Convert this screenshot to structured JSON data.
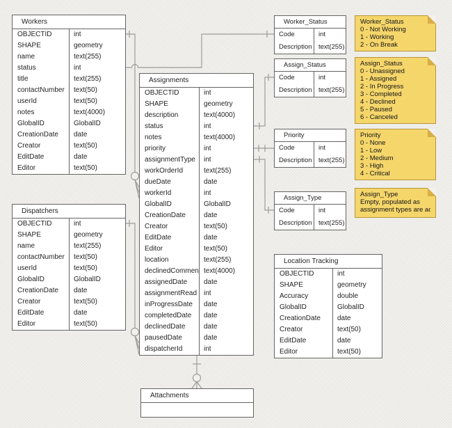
{
  "colors": {
    "background": "#F2F1EE",
    "table_fill": "#FFFFFF",
    "table_border": "#636363",
    "text": "#232323",
    "connector": "#9C9C9C",
    "note_fill": "#F5D66B",
    "note_border": "#B89638",
    "note_fold": "#D8AE48"
  },
  "tables": {
    "workers": {
      "title": "Workers",
      "fields": [
        {
          "name": "OBJECTID",
          "type": "int"
        },
        {
          "name": "SHAPE",
          "type": "geometry"
        },
        {
          "name": "name",
          "type": "text(255)"
        },
        {
          "name": "status",
          "type": "int"
        },
        {
          "name": "title",
          "type": "text(255)"
        },
        {
          "name": "contactNumber",
          "type": "text(50)"
        },
        {
          "name": "userId",
          "type": "text(50)"
        },
        {
          "name": "notes",
          "type": "text(4000)"
        },
        {
          "name": "GlobalID",
          "type": "GlobalID"
        },
        {
          "name": "CreationDate",
          "type": "date"
        },
        {
          "name": "Creator",
          "type": "text(50)"
        },
        {
          "name": "EditDate",
          "type": "date"
        },
        {
          "name": "Editor",
          "type": "text(50)"
        }
      ]
    },
    "dispatchers": {
      "title": "Dispatchers",
      "fields": [
        {
          "name": "OBJECTID",
          "type": "int"
        },
        {
          "name": "SHAPE",
          "type": "geometry"
        },
        {
          "name": "name",
          "type": "text(255)"
        },
        {
          "name": "contactNumber",
          "type": "text(50)"
        },
        {
          "name": "userId",
          "type": "text(50)"
        },
        {
          "name": "GlobalID",
          "type": "GlobalID"
        },
        {
          "name": "CreationDate",
          "type": "date"
        },
        {
          "name": "Creator",
          "type": "text(50)"
        },
        {
          "name": "EditDate",
          "type": "date"
        },
        {
          "name": "Editor",
          "type": "text(50)"
        }
      ]
    },
    "assignments": {
      "title": "Assignments",
      "fields": [
        {
          "name": "OBJECTID",
          "type": "int"
        },
        {
          "name": "SHAPE",
          "type": "geometry"
        },
        {
          "name": "description",
          "type": "text(4000)"
        },
        {
          "name": "status",
          "type": "int"
        },
        {
          "name": "notes",
          "type": "text(4000)"
        },
        {
          "name": "priority",
          "type": "int"
        },
        {
          "name": "assignmentType",
          "type": "int"
        },
        {
          "name": "workOrderId",
          "type": "text(255)"
        },
        {
          "name": "dueDate",
          "type": "date"
        },
        {
          "name": "workerId",
          "type": "int"
        },
        {
          "name": "GlobalID",
          "type": "GlobalID"
        },
        {
          "name": "CreationDate",
          "type": "date"
        },
        {
          "name": "Creator",
          "type": "text(50)"
        },
        {
          "name": "EditDate",
          "type": "date"
        },
        {
          "name": "Editor",
          "type": "text(50)"
        },
        {
          "name": "location",
          "type": "text(255)"
        },
        {
          "name": "declinedComment",
          "type": "text(4000)"
        },
        {
          "name": "assignedDate",
          "type": "date"
        },
        {
          "name": "assignmentRead",
          "type": "int"
        },
        {
          "name": "inProgressDate",
          "type": "date"
        },
        {
          "name": "completedDate",
          "type": "date"
        },
        {
          "name": "declinedDate",
          "type": "date"
        },
        {
          "name": "pausedDate",
          "type": "date"
        },
        {
          "name": "dispatcherId",
          "type": "int"
        }
      ]
    },
    "worker_status": {
      "title": "Worker_Status",
      "fields": [
        {
          "name": "Code",
          "type": "int"
        },
        {
          "name": "Description",
          "type": "text(255)"
        }
      ]
    },
    "assign_status": {
      "title": "Assign_Status",
      "fields": [
        {
          "name": "Code",
          "type": "int"
        },
        {
          "name": "Description",
          "type": "text(255)"
        }
      ]
    },
    "priority": {
      "title": "Priority",
      "fields": [
        {
          "name": "Code",
          "type": "int"
        },
        {
          "name": "Description",
          "type": "text(255)"
        }
      ]
    },
    "assign_type": {
      "title": "Assign_Type",
      "fields": [
        {
          "name": "Code",
          "type": "int"
        },
        {
          "name": "Description",
          "type": "text(255)"
        }
      ]
    },
    "location_tracking": {
      "title": "Location Tracking",
      "fields": [
        {
          "name": "OBJECTID",
          "type": "int"
        },
        {
          "name": "SHAPE",
          "type": "geometry"
        },
        {
          "name": "Accuracy",
          "type": "double"
        },
        {
          "name": "GlobalID",
          "type": "GlobalID"
        },
        {
          "name": "CreationDate",
          "type": "date"
        },
        {
          "name": "Creator",
          "type": "text(50)"
        },
        {
          "name": "EditDate",
          "type": "date"
        },
        {
          "name": "Editor",
          "type": "text(50)"
        }
      ]
    },
    "attachments": {
      "title": "Attachments",
      "fields": []
    }
  },
  "notes": {
    "worker_status": {
      "lines": [
        "Worker_Status",
        "0 - Not Working",
        "1 - Working",
        "2 - On Break"
      ]
    },
    "assign_status": {
      "lines": [
        "Assign_Status",
        "0 - Unassigned",
        "1 - Assigned",
        "2 - In Progress",
        "3 - Completed",
        "4 - Declined",
        "5 - Paused",
        "6 - Canceled"
      ]
    },
    "priority": {
      "lines": [
        "Priority",
        "0 - None",
        "1 - Low",
        "2 - Medium",
        "3 - High",
        "4 - Critical"
      ]
    },
    "assign_type": {
      "lines": [
        "Assign_Type",
        "Empty, populated as",
        "assignment types are added"
      ]
    }
  },
  "relationships": [
    {
      "from": "Workers.OBJECTID",
      "to": "Assignments.workerId",
      "cardinality": "one-to-zero-or-many"
    },
    {
      "from": "Workers.status",
      "to": "Worker_Status.Code",
      "cardinality": "one"
    },
    {
      "from": "Dispatchers.OBJECTID",
      "to": "Assignments.dispatcherId",
      "cardinality": "one-to-zero-or-many"
    },
    {
      "from": "Assignments.status",
      "to": "Assign_Status.Code",
      "cardinality": "one"
    },
    {
      "from": "Assignments.priority",
      "to": "Priority.Code",
      "cardinality": "one"
    },
    {
      "from": "Assignments.assignmentType",
      "to": "Assign_Type.Code",
      "cardinality": "one"
    },
    {
      "from": "Assignments",
      "to": "Attachments",
      "cardinality": "one-to-zero-or-many"
    }
  ]
}
